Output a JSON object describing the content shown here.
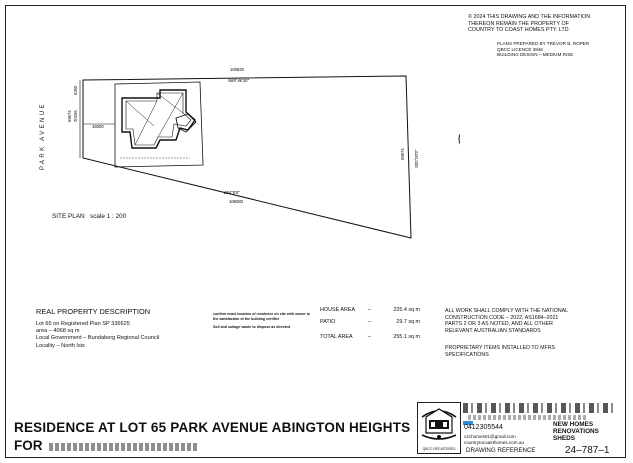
{
  "copyright_notice": {
    "lines": [
      "© 2024 THIS DRAWING AND THE INFORMATION",
      "THEREON REMAIN THE PROPERTY OF",
      "COUNTRY TO COAST HOMES PTY. LTD."
    ]
  },
  "prepared_by": {
    "lines": [
      "PLANS PREPARED BY TREVOR B. ROPER",
      "QBCC LICENCE 3946",
      "BUILDING DESIGN – MEDIUM RISE"
    ]
  },
  "street_name": "PARK AVENUE",
  "plan_labels": {
    "top_length": "100820",
    "top_bearing": "N89°46'30\"",
    "bottom_length": "106083",
    "bottom_bearing": "254°9'8\"",
    "right_length": "59974",
    "right_bearing": "S00°00'0\"",
    "left_dim_a": "6350",
    "left_dim_b": "59674",
    "left_dim_c": "20256",
    "setback": "15000"
  },
  "site_plan": {
    "label": "SITE PLAN",
    "scale": "scale 1 : 200"
  },
  "real_property": {
    "title": "REAL PROPERTY DESCRIPTION",
    "lines": [
      "Lot 65 on Registered Plan SP 336625",
      "area – 4068 sq m",
      "Local Government – Bundaberg Regional Council",
      "Locality – North Isis"
    ]
  },
  "site_notes": [
    "confirm exact location of residence on site with owner to the satisfaction of the building certifier",
    "Soil and sullage waste to dispose as directed"
  ],
  "areas": [
    {
      "label": "HOUSE AREA",
      "dash": "–",
      "value": "225.4 sq m"
    },
    {
      "label": "PATIO",
      "dash": "–",
      "value": "29.7 sq m"
    },
    {
      "label": "TOTAL AREA",
      "dash": "–",
      "value": "255.1 sq m"
    }
  ],
  "compliance": {
    "lines": [
      "ALL WORK SHALL COMPLY WITH THE NATIONAL",
      "CONSTRUCTION CODE – 2022, AS1684–2021",
      "PARTS 2 OR 3 AS NOTED, AND ALL OTHER",
      "RELEVANT AUSTRALIAN STANDARDS"
    ]
  },
  "proprietary": {
    "lines": [
      "PROPRIETARY ITEMS INSTALLED TO MFRS",
      "SPECIFICATIONS"
    ]
  },
  "drawing_title": {
    "line1": "RESIDENCE AT LOT 65 PARK AVENUE ABINGTON HEIGHTS",
    "line2": "FOR"
  },
  "title_block": {
    "logo_label": "QBCC REGISTERED",
    "phone": "0412305544",
    "email_lines": [
      "c2chomes01@gmail.com",
      "countrytocoasthomes.com.au"
    ],
    "brand_lines": [
      "NEW HOMES",
      "RENOVATIONS",
      "SHEDS"
    ],
    "reference_label": "DRAWING REFERENCE",
    "reference_value": "24–787–1"
  },
  "colors": {
    "ink": "#111111",
    "phone_marker": "#2f8fd6"
  },
  "icons": {
    "north_point": "north-arrow-icon",
    "logo": "company-logo-icon"
  }
}
